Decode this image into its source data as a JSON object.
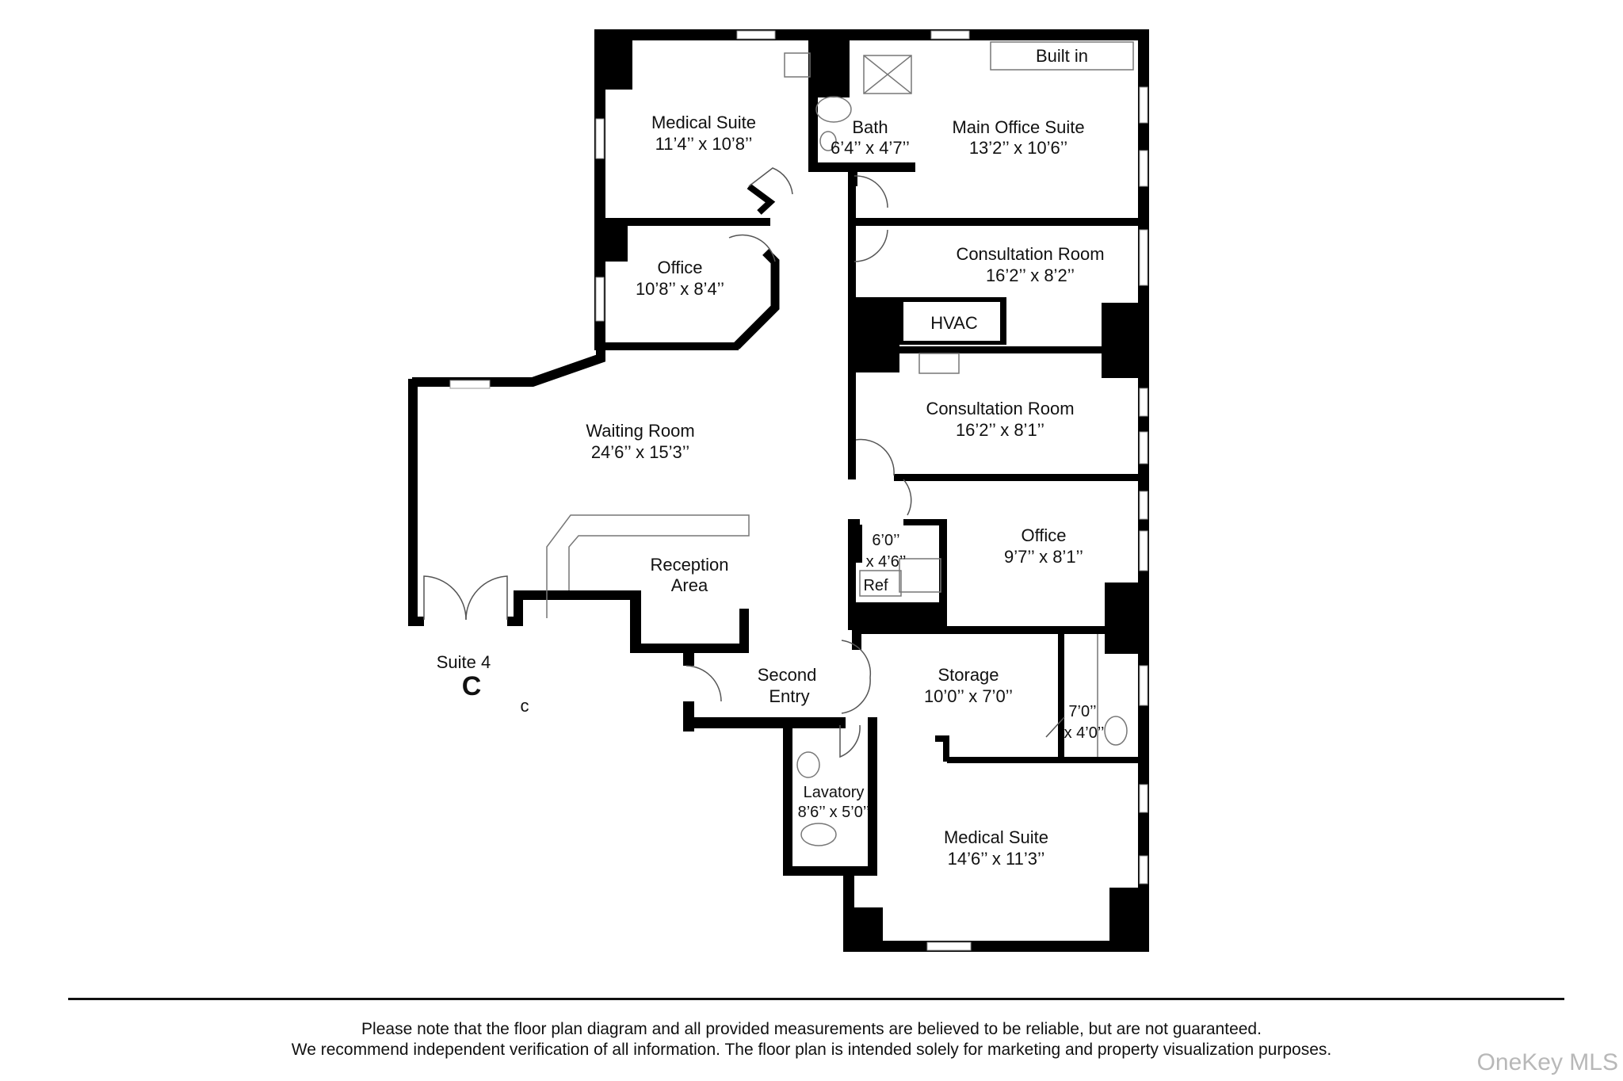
{
  "rooms": {
    "medical_suite_top": {
      "name": "Medical Suite",
      "dims": "11’4’’ x 10’8’’"
    },
    "bath": {
      "name": "Bath",
      "dims": "6’4’’ x 4’7’’"
    },
    "main_office": {
      "name": "Main Office Suite",
      "dims": "13’2’’ x 10’6’’"
    },
    "built_in": "Built in",
    "office_left": {
      "name": "Office",
      "dims": "10’8’’ x 8’4’’"
    },
    "consult_1": {
      "name": "Consultation Room",
      "dims": "16’2’’ x 8’2’’"
    },
    "hvac": "HVAC",
    "consult_2": {
      "name": "Consultation Room",
      "dims": "16’2’’ x 8’1’’"
    },
    "waiting": {
      "name": "Waiting Room",
      "dims": "24’6’’ x 15’3’’"
    },
    "reception": {
      "line1": "Reception",
      "line2": "Area"
    },
    "closet": {
      "line1": "6’0’’",
      "line2": "x 4’6’’"
    },
    "ref": "Ref",
    "office_right": {
      "name": "Office",
      "dims": "9’7’’ x 8’1’’"
    },
    "suite": {
      "name": "Suite 4",
      "mark": "C",
      "mark_small": "c"
    },
    "second_entry": {
      "line1": "Second",
      "line2": "Entry"
    },
    "storage": {
      "name": "Storage",
      "dims": "10’0’’ x 7’0’’"
    },
    "small_room": {
      "line1": "7’0’’",
      "line2": "x 4’0’’"
    },
    "lavatory": {
      "name": "Lavatory",
      "dims": "8’6’’ x 5’0’’"
    },
    "medical_suite_bottom": {
      "name": "Medical Suite",
      "dims": "14’6’’ x 11’3’’"
    }
  },
  "disclaimer": {
    "line1": "Please note that the floor plan diagram and all provided measurements are believed to be reliable, but are not guaranteed.",
    "line2": "We recommend independent verification of all information. The floor plan is intended solely for marketing and property visualization purposes."
  },
  "watermark": "OneKey MLS"
}
